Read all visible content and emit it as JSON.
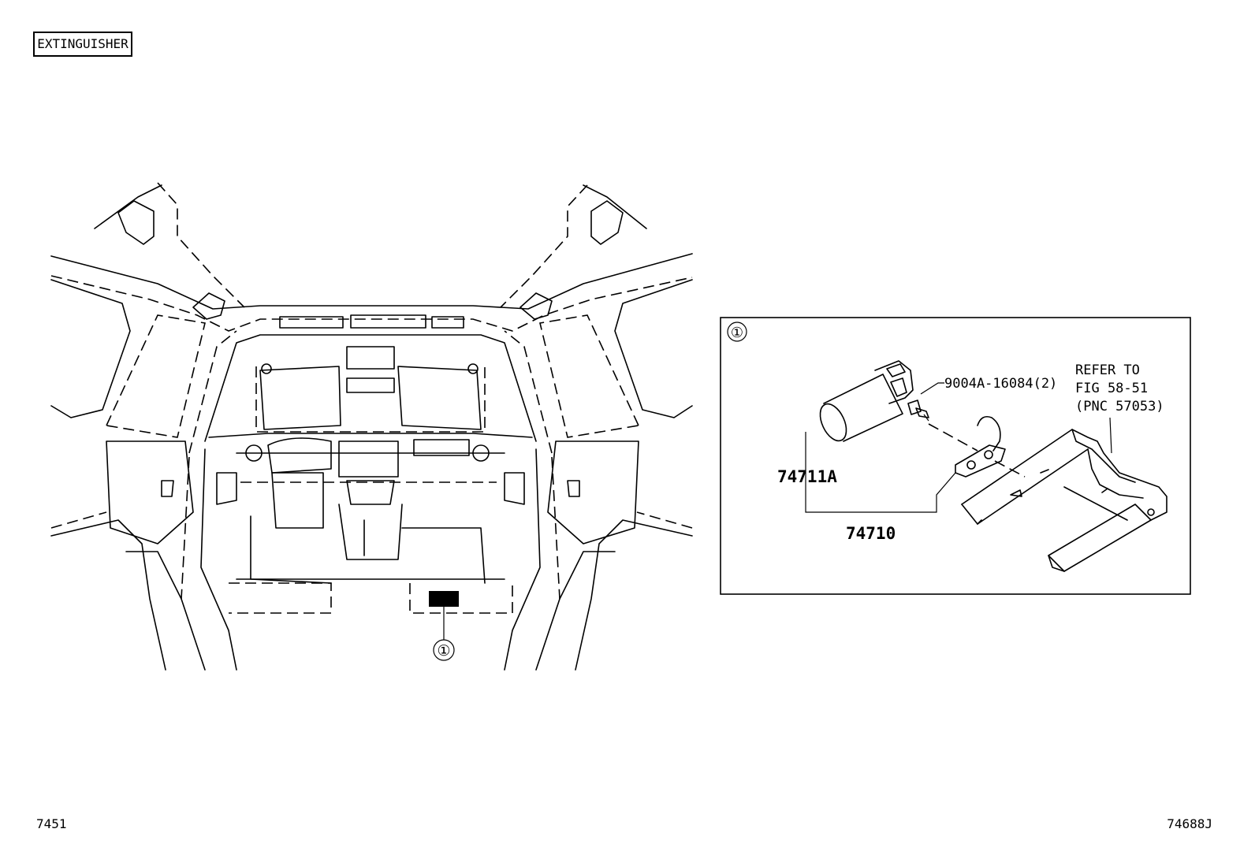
{
  "header": {
    "section_title": "EXTINGUISHER"
  },
  "footer": {
    "page_left": "7451",
    "figure_code": "74688J"
  },
  "callout": {
    "marker": "①"
  },
  "detail": {
    "marker": "①",
    "parts": {
      "bolt": "9004A-16084(2)",
      "extinguisher": "74711A",
      "assembly": "74710"
    },
    "reference": {
      "line1": "REFER TO",
      "line2": "FIG 58-51",
      "line3": "(PNC 57053)"
    }
  }
}
